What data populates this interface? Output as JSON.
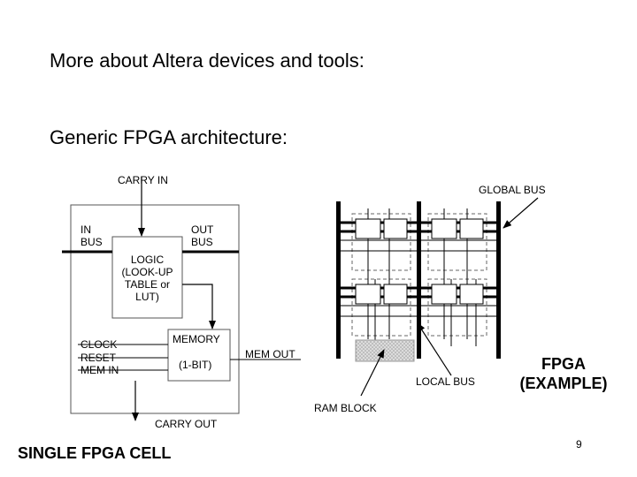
{
  "slide": {
    "heading1": "More about Altera devices and tools:",
    "heading2": "Generic FPGA architecture:",
    "page_number": "9"
  },
  "cell": {
    "title": "SINGLE FPGA CELL",
    "carry_in": "CARRY IN",
    "carry_out": "CARRY OUT",
    "in_bus": [
      "IN",
      "BUS"
    ],
    "out_bus": [
      "OUT",
      "BUS"
    ],
    "lut": [
      "LOGIC",
      "(LOOK-UP",
      "TABLE or",
      "LUT)"
    ],
    "control_inputs": [
      "CLOCK",
      "RESET",
      "MEM IN"
    ],
    "memory": [
      "MEMORY",
      "(1-BIT)"
    ],
    "mem_out": "MEM OUT"
  },
  "fpga": {
    "global_bus": "GLOBAL BUS",
    "local_bus": "LOCAL BUS",
    "ram_block": "RAM BLOCK",
    "title": [
      "FPGA",
      "(EXAMPLE)"
    ]
  }
}
